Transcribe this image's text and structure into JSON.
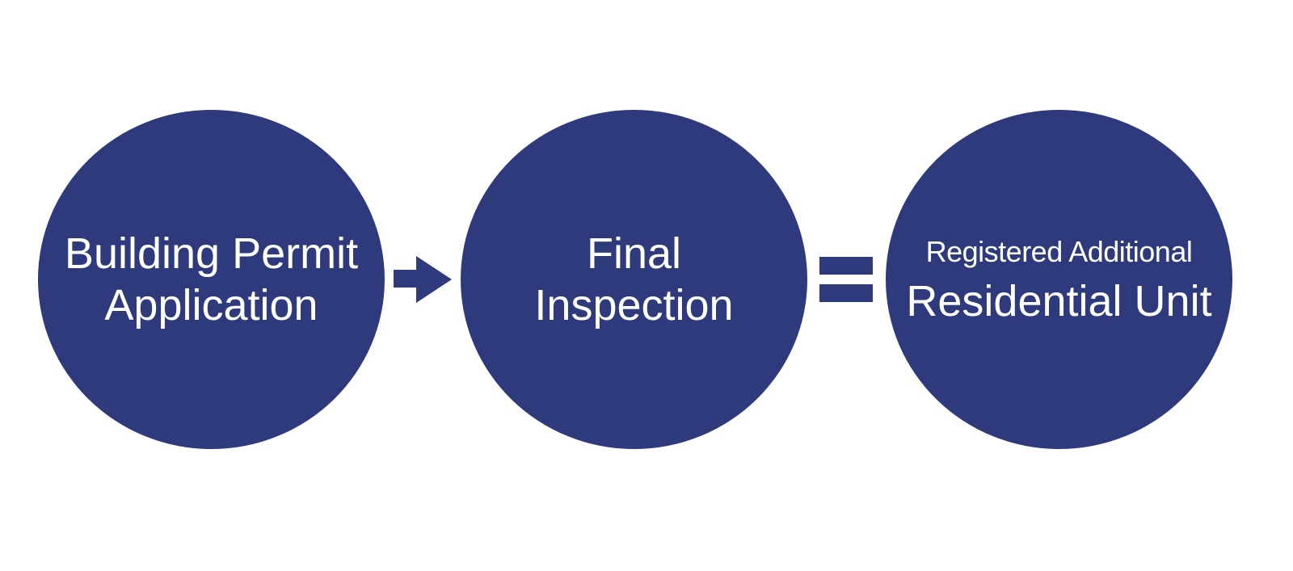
{
  "colors": {
    "step": "#2e3a7b",
    "text": "#ffffff",
    "background": "#ffffff"
  },
  "steps": [
    {
      "lines": [
        "Building Permit",
        "Application"
      ]
    },
    {
      "lines": [
        "Final",
        "Inspection"
      ]
    },
    {
      "lines": [
        "Registered Additional",
        "Residential Unit"
      ]
    }
  ],
  "connectors": {
    "first": "arrow-right-icon",
    "second": "equals-icon"
  }
}
